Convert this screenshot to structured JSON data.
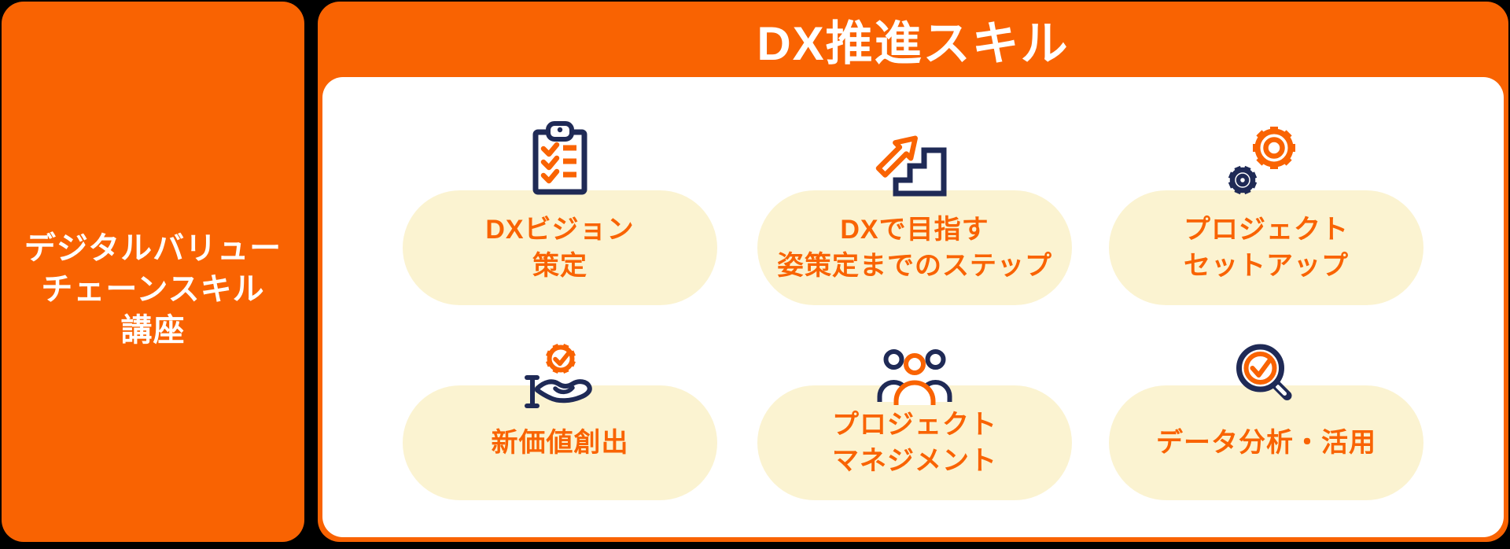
{
  "palette": {
    "accent_orange": "#F96302",
    "icon_navy": "#1F2A56",
    "pill_cream": "#FBF3D1",
    "panel_white": "#FFFFFF",
    "background_black": "#000000"
  },
  "sidebar": {
    "title_lines": [
      "デジタルバリュー",
      "チェーンスキル",
      "講座"
    ]
  },
  "main": {
    "title": "DX推進スキル",
    "items": [
      {
        "icon": "clipboard-checklist-icon",
        "lines": [
          "DXビジョン",
          "策定"
        ]
      },
      {
        "icon": "stairs-up-arrow-icon",
        "lines": [
          "DXで目指す",
          "姿策定までのステップ"
        ]
      },
      {
        "icon": "gears-icon",
        "lines": [
          "プロジェクト",
          "セットアップ"
        ]
      },
      {
        "icon": "hand-gear-icon",
        "lines": [
          "新価値創出"
        ]
      },
      {
        "icon": "team-people-icon",
        "lines": [
          "プロジェクト",
          "マネジメント"
        ]
      },
      {
        "icon": "magnifier-check-icon",
        "lines": [
          "データ分析・活用"
        ]
      }
    ]
  }
}
